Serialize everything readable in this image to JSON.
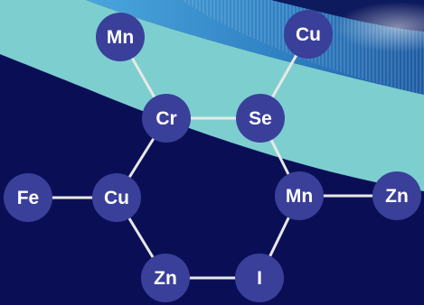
{
  "colors": {
    "background": "#0a0f55",
    "band_teal": "#7dcfcf",
    "band_blue": "#3a8fcf",
    "node_fill": "#3a3f9a",
    "edge": "#e8e8e8",
    "label": "#ffffff"
  },
  "nodes": [
    {
      "id": "n-mn-top",
      "label": "Mn"
    },
    {
      "id": "n-cu-top",
      "label": "Cu"
    },
    {
      "id": "n-cr",
      "label": "Cr"
    },
    {
      "id": "n-se",
      "label": "Se"
    },
    {
      "id": "n-fe",
      "label": "Fe"
    },
    {
      "id": "n-cu-mid",
      "label": "Cu"
    },
    {
      "id": "n-mn-right",
      "label": "Mn"
    },
    {
      "id": "n-zn-right",
      "label": "Zn"
    },
    {
      "id": "n-zn-bottom",
      "label": "Zn"
    },
    {
      "id": "n-i",
      "label": "I"
    }
  ],
  "edges": [
    {
      "from": "n-mn-top",
      "to": "n-cr"
    },
    {
      "from": "n-cr",
      "to": "n-se"
    },
    {
      "from": "n-se",
      "to": "n-cu-top"
    },
    {
      "from": "n-cr",
      "to": "n-cu-mid"
    },
    {
      "from": "n-se",
      "to": "n-mn-right"
    },
    {
      "from": "n-fe",
      "to": "n-cu-mid"
    },
    {
      "from": "n-mn-right",
      "to": "n-zn-right"
    },
    {
      "from": "n-cu-mid",
      "to": "n-zn-bottom"
    },
    {
      "from": "n-zn-bottom",
      "to": "n-i"
    },
    {
      "from": "n-i",
      "to": "n-mn-right"
    }
  ]
}
